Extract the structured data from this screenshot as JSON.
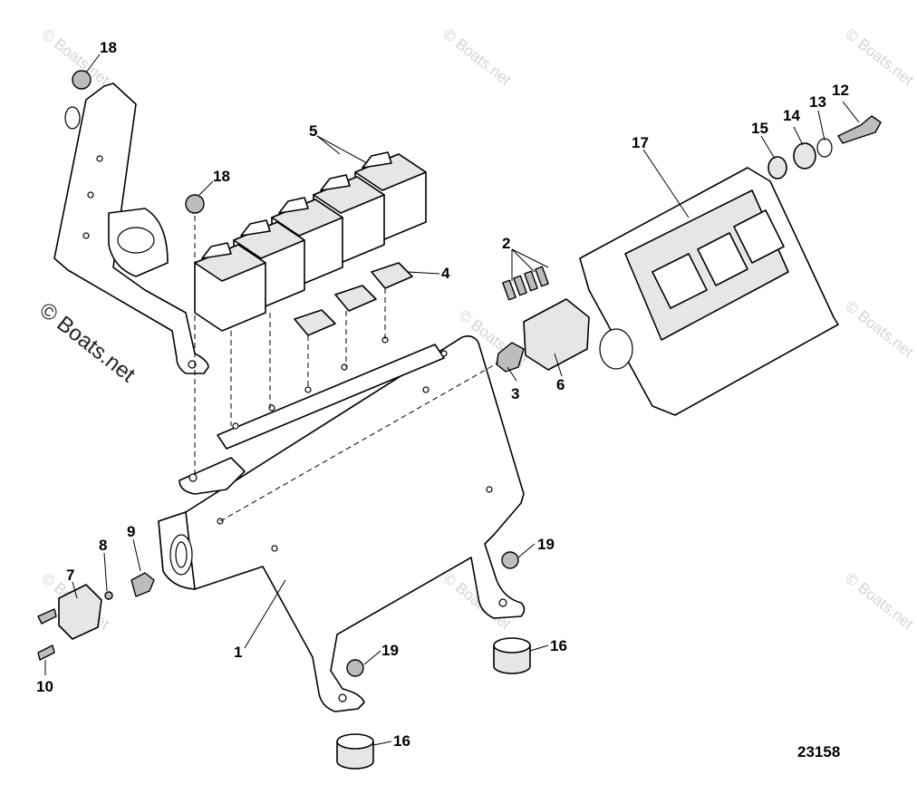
{
  "figure_number": "23158",
  "watermark": {
    "text": "© Boats.net"
  },
  "callouts": [
    {
      "id": "1",
      "label": "1"
    },
    {
      "id": "2",
      "label": "2"
    },
    {
      "id": "3",
      "label": "3"
    },
    {
      "id": "4",
      "label": "4"
    },
    {
      "id": "5",
      "label": "5"
    },
    {
      "id": "6",
      "label": "6"
    },
    {
      "id": "7",
      "label": "7"
    },
    {
      "id": "8",
      "label": "8"
    },
    {
      "id": "9",
      "label": "9"
    },
    {
      "id": "10",
      "label": "10"
    },
    {
      "id": "12",
      "label": "12"
    },
    {
      "id": "13",
      "label": "13"
    },
    {
      "id": "14",
      "label": "14"
    },
    {
      "id": "15",
      "label": "15"
    },
    {
      "id": "16a",
      "label": "16"
    },
    {
      "id": "16b",
      "label": "16"
    },
    {
      "id": "17",
      "label": "17"
    },
    {
      "id": "18a",
      "label": "18"
    },
    {
      "id": "18b",
      "label": "18"
    },
    {
      "id": "19a",
      "label": "19"
    },
    {
      "id": "19b",
      "label": "19"
    }
  ]
}
